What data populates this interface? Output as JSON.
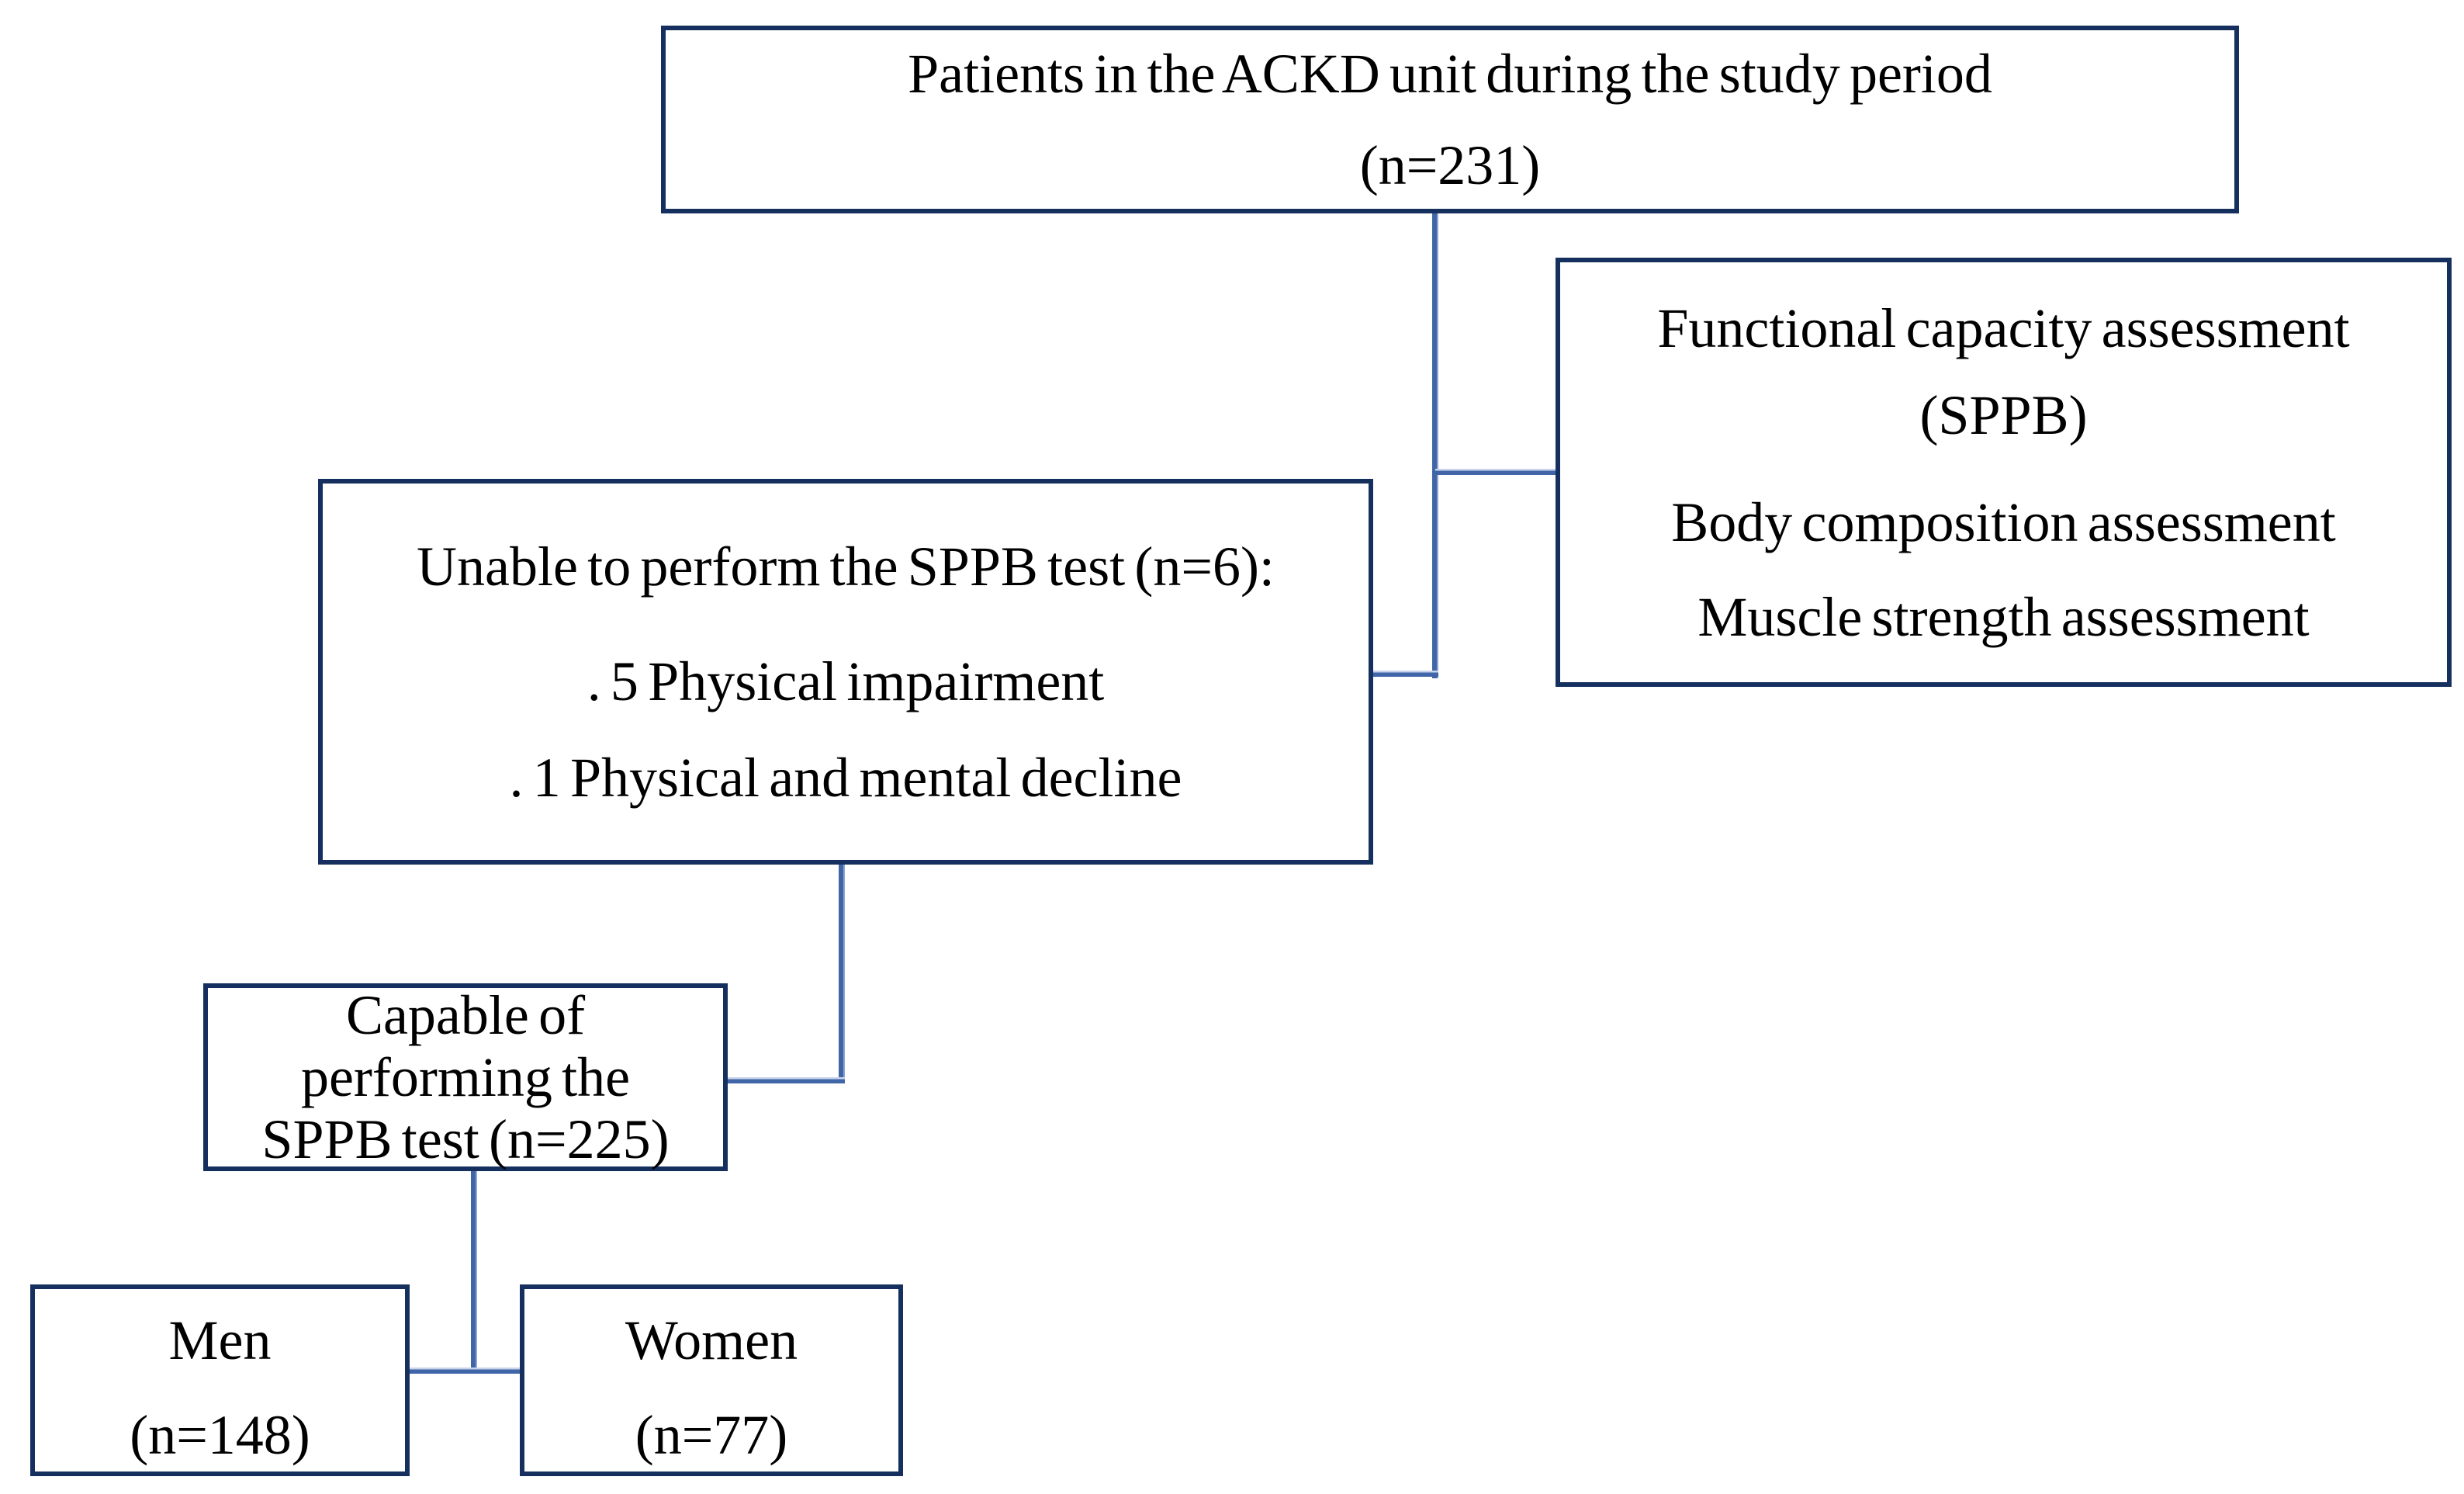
{
  "diagram": {
    "title": "Study flow diagram of patients in the ACKD unit",
    "colors": {
      "background": "#ffffff",
      "box_border": "#15305f",
      "connector": "#4166a8",
      "connector_light": "#c9d4ec",
      "text": "#000000"
    },
    "boxes": {
      "patients": {
        "lines": [
          "Patients in the ACKD unit during the study period",
          "(n=231)"
        ]
      },
      "assessments": {
        "lines": [
          "Functional capacity assessment",
          "(SPPB)",
          "Body composition assessment",
          "Muscle strength assessment"
        ]
      },
      "unable": {
        "lines": [
          "Unable to perform the SPPB test (n=6):",
          ". 5 Physical impairment",
          ". 1 Physical and mental decline"
        ]
      },
      "capable": {
        "lines": [
          "Capable of",
          "performing the",
          "SPPB test (n=225)"
        ]
      },
      "men": {
        "lines": [
          "Men",
          "(n=148)"
        ]
      },
      "women": {
        "lines": [
          "Women",
          "(n=77)"
        ]
      }
    }
  }
}
